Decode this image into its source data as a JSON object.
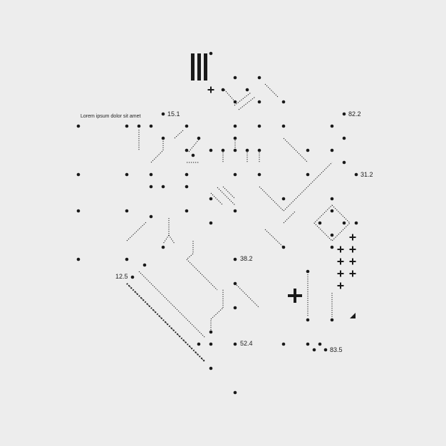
{
  "caption": "Lorem ipsum dolor sit amet",
  "numbers": [
    "15.1",
    "82.2",
    "31.2",
    "38.2",
    "12.5",
    "52.4",
    "83.5"
  ],
  "ink_color": "#1a1a1a",
  "background_color": "#ededed"
}
